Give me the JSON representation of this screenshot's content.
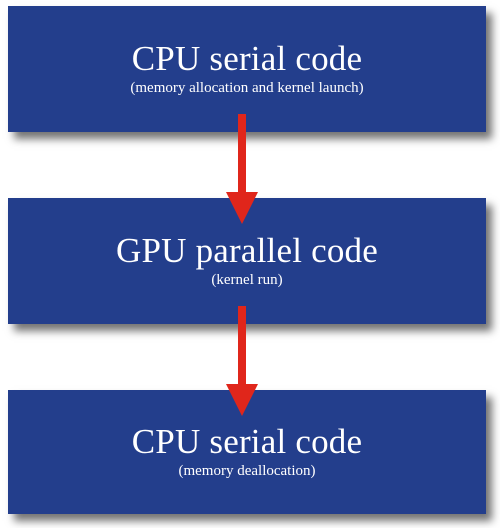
{
  "diagram": {
    "nodes": [
      {
        "title": "CPU serial code",
        "subtitle": "(memory allocation and kernel launch)"
      },
      {
        "title": "GPU parallel code",
        "subtitle": "(kernel run)"
      },
      {
        "title": "CPU serial code",
        "subtitle": "(memory deallocation)"
      }
    ],
    "colors": {
      "box_fill": "#233e8c",
      "text": "#ffffff",
      "arrow": "#e0261b",
      "background": "#ffffff"
    }
  }
}
